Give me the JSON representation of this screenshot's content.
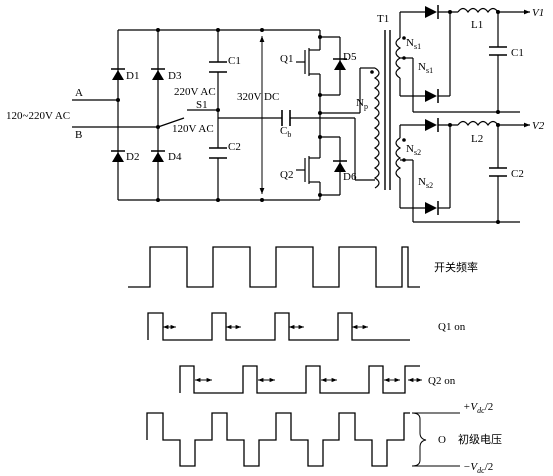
{
  "circuit": {
    "input": {
      "node_a": "A",
      "node_b": "B",
      "voltage": "120~220V AC"
    },
    "bridge": {
      "d1": "D1",
      "d2": "D2",
      "d3": "D3",
      "d4": "D4"
    },
    "switch": {
      "label": "S1",
      "mode_220": "220V AC",
      "mode_120": "120V AC"
    },
    "caps": {
      "c1": "C1",
      "c2": "C2",
      "cb_main": "C",
      "cb_sub": "b"
    },
    "dc_label": "320V DC",
    "half_bridge": {
      "q1": "Q1",
      "q2": "Q2",
      "d5": "D5",
      "d6": "D6"
    },
    "transformer": {
      "name": "T1",
      "primary_main": "N",
      "primary_sub": "p",
      "s1_main": "N",
      "s1_sub": "s1",
      "s2_main": "N",
      "s2_sub": "s2"
    },
    "outputs": {
      "l1": "L1",
      "l2": "L2",
      "c1": "C1",
      "c2": "C2",
      "v1": "V1",
      "v2": "V2"
    }
  },
  "waveforms": {
    "labels": {
      "switching_freq": "开关频率",
      "q1_on": "Q1 on",
      "q2_on": "Q2 on",
      "primary_voltage": "初级电压",
      "zero": "O",
      "plus_vdc": "+V",
      "minus_vdc": "−V",
      "vdc_sub": "dc",
      "vdc_div": "/2"
    }
  }
}
